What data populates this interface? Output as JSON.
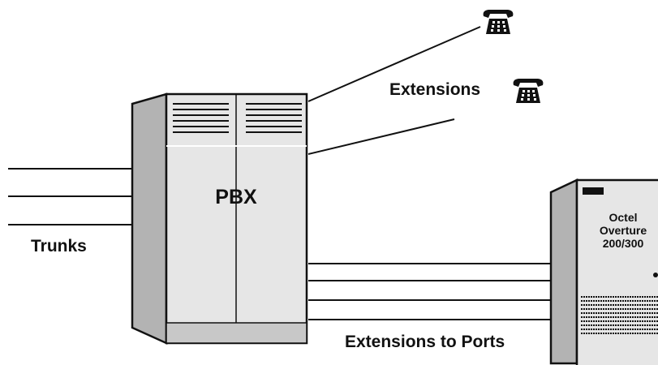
{
  "labels": {
    "pbx": "PBX",
    "trunks": "Trunks",
    "extensions": "Extensions",
    "extensions_to_ports": "Extensions to Ports",
    "octel_line1": "Octel",
    "octel_line2": "Overture",
    "octel_line3": "200/300"
  },
  "icons": {
    "phone": "telephone-icon"
  },
  "colors": {
    "line": "#111111",
    "cabinet_side": "#b3b3b3",
    "cabinet_face": "#e6e6e6",
    "cabinet_base": "#c8c8c8",
    "background": "#ffffff"
  }
}
